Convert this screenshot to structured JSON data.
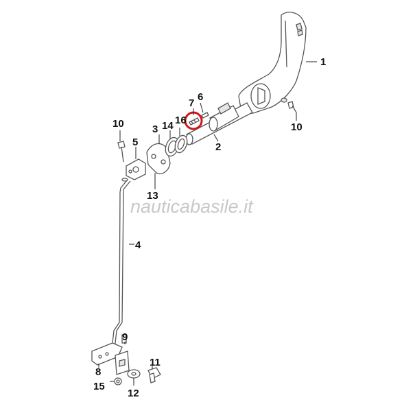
{
  "diagram": {
    "watermark": "nauticabasile.it",
    "highlight_color": "#d0161b",
    "line_color": "#555555",
    "labels": {
      "p1": "1",
      "p2": "2",
      "p3": "3",
      "p4": "4",
      "p5": "5",
      "p6": "6",
      "p7": "7",
      "p8": "8",
      "p9": "9",
      "p10a": "10",
      "p10b": "10",
      "p11": "11",
      "p12": "12",
      "p13": "13",
      "p14": "14",
      "p15": "15",
      "p16": "16"
    }
  }
}
